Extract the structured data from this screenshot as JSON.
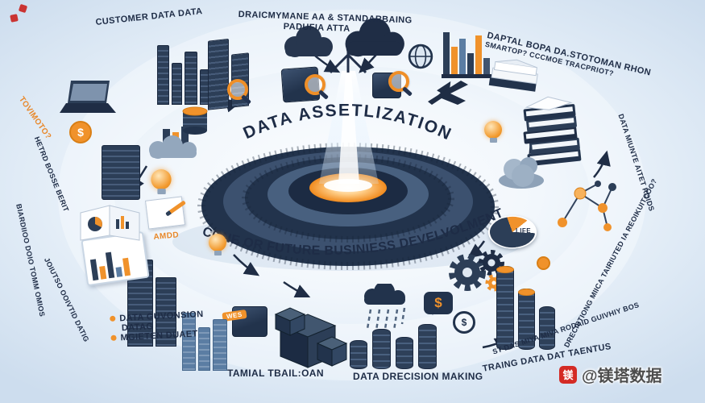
{
  "symbols": {
    "dollar": "$"
  },
  "center": {
    "arc_top": "DATA ASSETLIZATION",
    "arc_bottom": "CONE OR FUTURE BUSINIESS DEVELVOLMENT"
  },
  "labels": {
    "customer_data": "CUSTOMER DATA DATA",
    "top_center_1": "DRAICMYMANE AA & STANDARBAING",
    "top_center_2": "PADUFIA ATTA",
    "top_right_1": "DAPTAL BOPA DA.STOTOMAN RHON",
    "top_right_2": "SMARTOP? CCCMOE TRACPRIOT?",
    "right_edge": "DATA MIUNTE AITET ROIDS",
    "right_lower_edge": "DRECISTIONG MIICA TAIRIUTED IA REOIKUITCOO?",
    "bottom_right_1": "ST-DAS MIYA MIVA RODAID GUIVHIY BOS",
    "bottom_right_2": "TRAING DATA DAT TAENTUS",
    "left_edge_orange": "TOVIMOTO?",
    "left_edge_1": "HETRD BOSSE BERIT",
    "left_edge_2": "BIARDIIOO DOIO TOMM OMIOS",
    "left_edge_3": "JOIUTSO OOIVTID DATIG",
    "governance_1": "DATA GUVONSION",
    "governance_2": "DATAG",
    "governance_3": "MGIETEN DUAET",
    "bottom_center_1": "TAMIAL TBAIL:OAN",
    "bottom_center_2": "DATA DRECISION MAKING",
    "pie_label": "LIFE",
    "amdd_label": "AMDD",
    "wes_tag": "WES"
  },
  "watermark": {
    "handle": "@镁塔数据",
    "logo_char": "镁"
  },
  "colors": {
    "navy": "#2c3e57",
    "dark_navy": "#1f2d45",
    "orange": "#f0922b",
    "background": "#d5e4f2",
    "red": "#c9201d"
  },
  "icons": [
    "laptop-icon",
    "file-cabinet-icon",
    "dollar-badge-icon",
    "cloud-city-icon",
    "coin-stack-icon",
    "striped-towers-icon",
    "iso-blocks-icon",
    "magnifier-icon",
    "cube-search-icon",
    "storm-cloud-icon",
    "box-search-icon",
    "globe-icon",
    "plane-icon",
    "bar-chart-icon",
    "documents-icon",
    "books-pile-icon",
    "lightbulb-icon",
    "rock-cloud-icon",
    "pie-chart-icon",
    "network-coins-icon",
    "gears-icon",
    "coin-columns-icon",
    "rain-cloud-icon",
    "coin-stacks-icon",
    "dollar-bubble-icon",
    "crates-icon",
    "wes-box-icon",
    "server-rack-icon",
    "city-towers-icon",
    "chart-screen-icon",
    "open-book-icon",
    "document-pencil-icon"
  ]
}
